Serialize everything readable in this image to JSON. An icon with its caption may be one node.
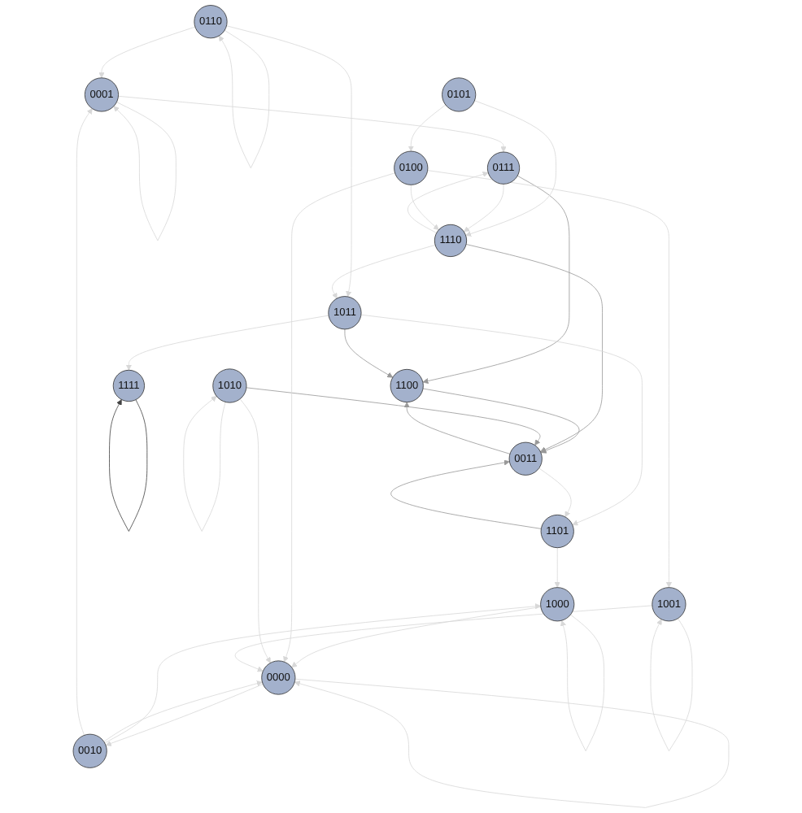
{
  "diagram": {
    "nodes": [
      {
        "text": [
          "0001"
        ]
      },
      {
        "text": [
          "0111"
        ]
      },
      {
        "text": [
          "1101"
        ]
      },
      {
        "text": [
          "0110"
        ]
      },
      {
        "text": [
          "1111"
        ]
      },
      {
        "text": [
          "1011"
        ]
      },
      {
        "text": [
          "0010"
        ]
      },
      {
        "text": [
          "1000"
        ]
      },
      {
        "text": [
          "0101"
        ]
      },
      {
        "text": [
          "1100"
        ]
      },
      {
        "text": [
          "0000"
        ]
      },
      {
        "text": [
          "0100"
        ]
      },
      {
        "text": [
          "0011"
        ]
      },
      {
        "text": [
          "1010"
        ]
      },
      {
        "text": [
          "1001"
        ]
      },
      {
        "text": [
          "1110"
        ]
      }
    ],
    "edges": [
      {
        "from": 4,
        "to": 4,
        "arrow": "to",
        "color": "#444444"
      },
      {
        "from": 1,
        "to": 9,
        "arrow": "to",
        "color": "#999999"
      },
      {
        "from": 5,
        "to": 9,
        "arrow": "to",
        "color": "#999999"
      },
      {
        "from": 9,
        "to": 12,
        "arrow": "to",
        "color": "#999999"
      },
      {
        "from": 15,
        "to": 12,
        "arrow": "to",
        "color": "#999999"
      },
      {
        "from": 2,
        "to": 12,
        "arrow": "to",
        "color": "#999999"
      },
      {
        "from": 13,
        "to": 12,
        "arrow": "to",
        "color": "#999999"
      },
      {
        "from": 12,
        "to": 9,
        "arrow": "to",
        "color": "#999999"
      },
      {
        "from": 0,
        "to": 1,
        "arrow": "to"
      },
      {
        "from": 10,
        "to": 10,
        "arrow": "to"
      },
      {
        "from": 7,
        "to": 7,
        "arrow": "to"
      },
      {
        "from": 0,
        "to": 0,
        "arrow": "to"
      },
      {
        "from": 3,
        "to": 3,
        "arrow": "to"
      },
      {
        "from": 13,
        "to": 13,
        "arrow": "to"
      },
      {
        "from": 14,
        "to": 14,
        "arrow": "to"
      },
      {
        "from": 7,
        "to": 10,
        "arrow": "to"
      },
      {
        "from": 8,
        "to": 11,
        "arrow": "to"
      },
      {
        "from": 11,
        "to": 10,
        "arrow": "to"
      },
      {
        "from": 5,
        "to": 4,
        "arrow": "to"
      },
      {
        "from": 3,
        "to": 5,
        "arrow": "to"
      },
      {
        "from": 2,
        "to": 7,
        "arrow": "to"
      },
      {
        "from": 5,
        "to": 2,
        "arrow": "to"
      },
      {
        "from": 6,
        "to": 7,
        "arrow": "to"
      },
      {
        "from": 6,
        "to": 10,
        "arrow": "to"
      },
      {
        "from": 10,
        "to": 6,
        "arrow": "to"
      },
      {
        "from": 13,
        "to": 10,
        "arrow": "to"
      },
      {
        "from": 14,
        "to": 10,
        "arrow": "to"
      },
      {
        "from": 3,
        "to": 0,
        "arrow": "to"
      },
      {
        "from": 6,
        "to": 0,
        "arrow": "to"
      },
      {
        "from": 11,
        "to": 14,
        "arrow": "to"
      },
      {
        "from": 8,
        "to": 15,
        "arrow": "to"
      },
      {
        "from": 1,
        "to": 15,
        "arrow": "to"
      },
      {
        "from": 12,
        "to": 2,
        "arrow": "to"
      },
      {
        "from": 15,
        "to": 5,
        "arrow": "to"
      },
      {
        "from": 15,
        "to": 1,
        "arrow": "to"
      },
      {
        "from": 11,
        "to": 15,
        "arrow": "to"
      }
    ]
  }
}
